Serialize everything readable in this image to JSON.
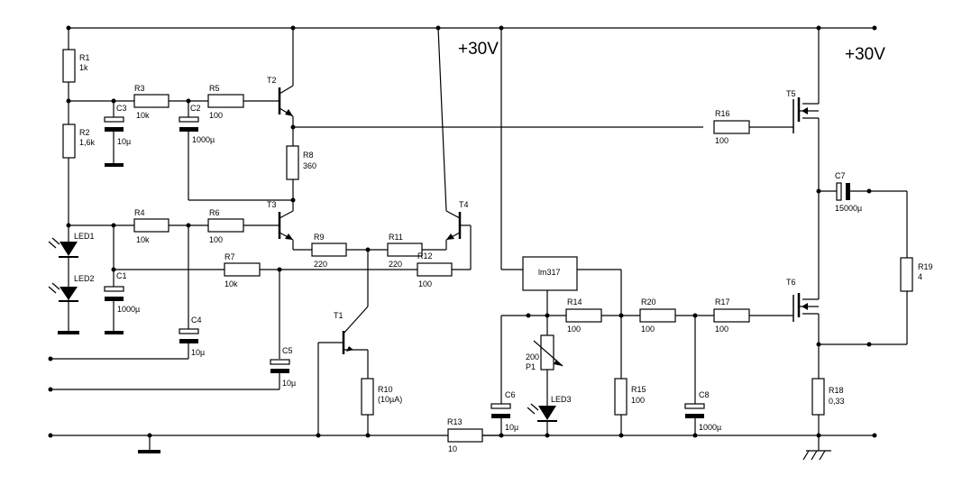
{
  "supply": {
    "label_left": "+30V",
    "label_right": "+30V"
  },
  "components": {
    "R1": {
      "name": "R1",
      "value": "1k"
    },
    "R2": {
      "name": "R2",
      "value": "1,6k"
    },
    "R3": {
      "name": "R3",
      "value": "10k"
    },
    "R4": {
      "name": "R4",
      "value": "10k"
    },
    "R5": {
      "name": "R5",
      "value": "100"
    },
    "R6": {
      "name": "R6",
      "value": "100"
    },
    "R7": {
      "name": "R7",
      "value": "10k"
    },
    "R8": {
      "name": "R8",
      "value": "360"
    },
    "R9": {
      "name": "R9",
      "value": "220"
    },
    "R10": {
      "name": "R10",
      "value": "(10µA)"
    },
    "R11": {
      "name": "R11",
      "value": "220"
    },
    "R12": {
      "name": "R12",
      "value": "100"
    },
    "R13": {
      "name": "R13",
      "value": "10"
    },
    "R14": {
      "name": "R14",
      "value": "100"
    },
    "R15": {
      "name": "R15",
      "value": "100"
    },
    "R16": {
      "name": "R16",
      "value": "100"
    },
    "R17": {
      "name": "R17",
      "value": "100"
    },
    "R18": {
      "name": "R18",
      "value": "0,33"
    },
    "R19": {
      "name": "R19",
      "value": "4"
    },
    "R20": {
      "name": "R20",
      "value": "100"
    },
    "P1": {
      "name": "P1",
      "value": "200"
    },
    "C1": {
      "name": "C1",
      "value": "1000µ"
    },
    "C2": {
      "name": "C2",
      "value": "1000µ"
    },
    "C3": {
      "name": "C3",
      "value": "10µ"
    },
    "C4": {
      "name": "C4",
      "value": "10µ"
    },
    "C5": {
      "name": "C5",
      "value": "10µ"
    },
    "C6": {
      "name": "C6",
      "value": "10µ"
    },
    "C7": {
      "name": "C7",
      "value": "15000µ"
    },
    "C8": {
      "name": "C8",
      "value": "1000µ"
    },
    "T1": {
      "name": "T1"
    },
    "T2": {
      "name": "T2"
    },
    "T3": {
      "name": "T3"
    },
    "T4": {
      "name": "T4"
    },
    "T5": {
      "name": "T5"
    },
    "T6": {
      "name": "T6"
    },
    "LED1": {
      "name": "LED1"
    },
    "LED2": {
      "name": "LED2"
    },
    "LED3": {
      "name": "LED3"
    },
    "IC": {
      "name": "lm317"
    }
  }
}
